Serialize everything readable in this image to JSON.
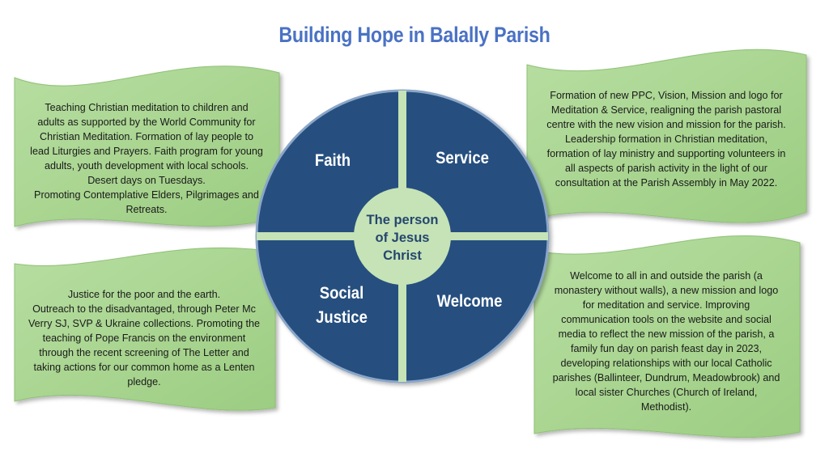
{
  "title": "Building Hope in Balally Parish",
  "colors": {
    "title": "#4a72c4",
    "circle_fill": "#26507f",
    "circle_border": "#8aa6c8",
    "divider": "#c5e3b6",
    "center_fill": "#c5e3b6",
    "center_text": "#26466f",
    "box_fill": "#a9d690",
    "box_stroke": "#8fc176"
  },
  "wheel": {
    "segments": [
      {
        "id": "faith",
        "label": "Faith"
      },
      {
        "id": "service",
        "label": "Service"
      },
      {
        "id": "social-justice",
        "label": "Social\nJustice"
      },
      {
        "id": "welcome",
        "label": "Welcome"
      }
    ],
    "center_label": "The person\nof Jesus\nChrist"
  },
  "boxes": {
    "faith": "Teaching Christian meditation to children and\nadults as supported by the World Community for\nChristian Meditation. Formation of lay people to\nlead Liturgies and Prayers. Faith program for young\nadults, youth development with local schools.\nDesert days on Tuesdays.\nPromoting Contemplative Elders, Pilgrimages and\nRetreats.",
    "service": "Formation of new PPC, Vision, Mission and logo for\nMeditation & Service, realigning the parish pastoral\ncentre with the new vision and mission for the parish.\nLeadership formation in Christian meditation,\nformation of lay ministry and supporting volunteers in\nall aspects of parish activity in the light of our\nconsultation at the Parish Assembly in May 2022.",
    "social_justice": "Justice for the poor and the earth.\nOutreach to the disadvantaged, through Peter Mc\nVerry SJ, SVP & Ukraine collections. Promoting the\nteaching of Pope Francis on the environment\nthrough the recent screening of The Letter and\ntaking actions for our common home as a Lenten\npledge.",
    "welcome": "Welcome to all in and outside the parish (a\nmonastery without walls), a new mission and  logo\nfor meditation and service. Improving\ncommunication tools on the website and social\nmedia to reflect the new mission of the parish, a\nfamily fun day on parish feast day in 2023,\ndeveloping relationships with our local Catholic\nparishes (Ballinteer, Dundrum, Meadowbrook) and\nlocal sister Churches (Church of Ireland,\nMethodist)."
  }
}
